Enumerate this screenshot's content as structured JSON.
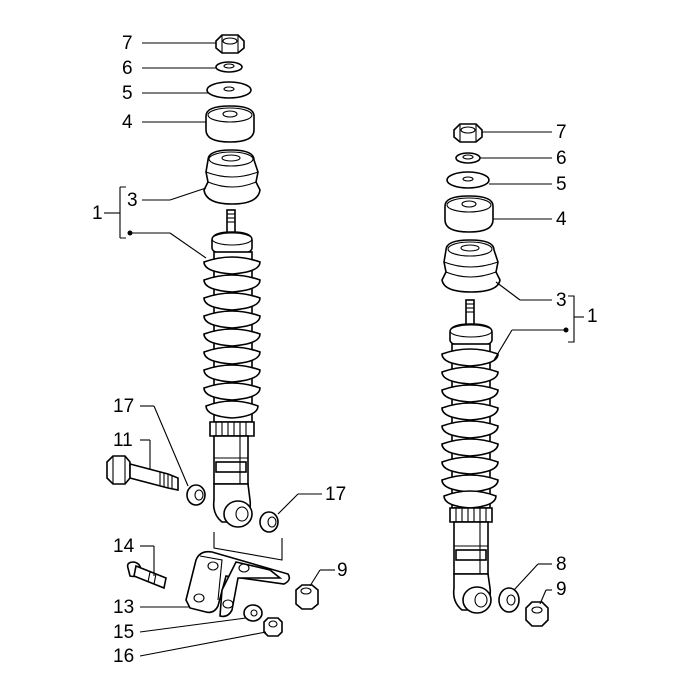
{
  "diagram": {
    "labels": {
      "left": {
        "nut": "7",
        "lock_washer": "6",
        "flat_washer": "5",
        "bushing_upper": "4",
        "boot": "3",
        "assembly": "1",
        "spacer_17_top": "17",
        "bolt": "11",
        "spacer_17_right": "17",
        "screw": "14",
        "bracket": "13",
        "washer_15": "15",
        "nut_16": "16",
        "nut_9": "9"
      },
      "right": {
        "nut": "7",
        "lock_washer": "6",
        "flat_washer": "5",
        "bushing_upper": "4",
        "boot": "3",
        "assembly": "1",
        "washer_8": "8",
        "nut_9": "9"
      }
    },
    "icons": [
      "shock-absorber-icon",
      "coil-spring-icon",
      "bolt-icon",
      "nut-icon",
      "washer-icon",
      "bracket-icon"
    ]
  }
}
